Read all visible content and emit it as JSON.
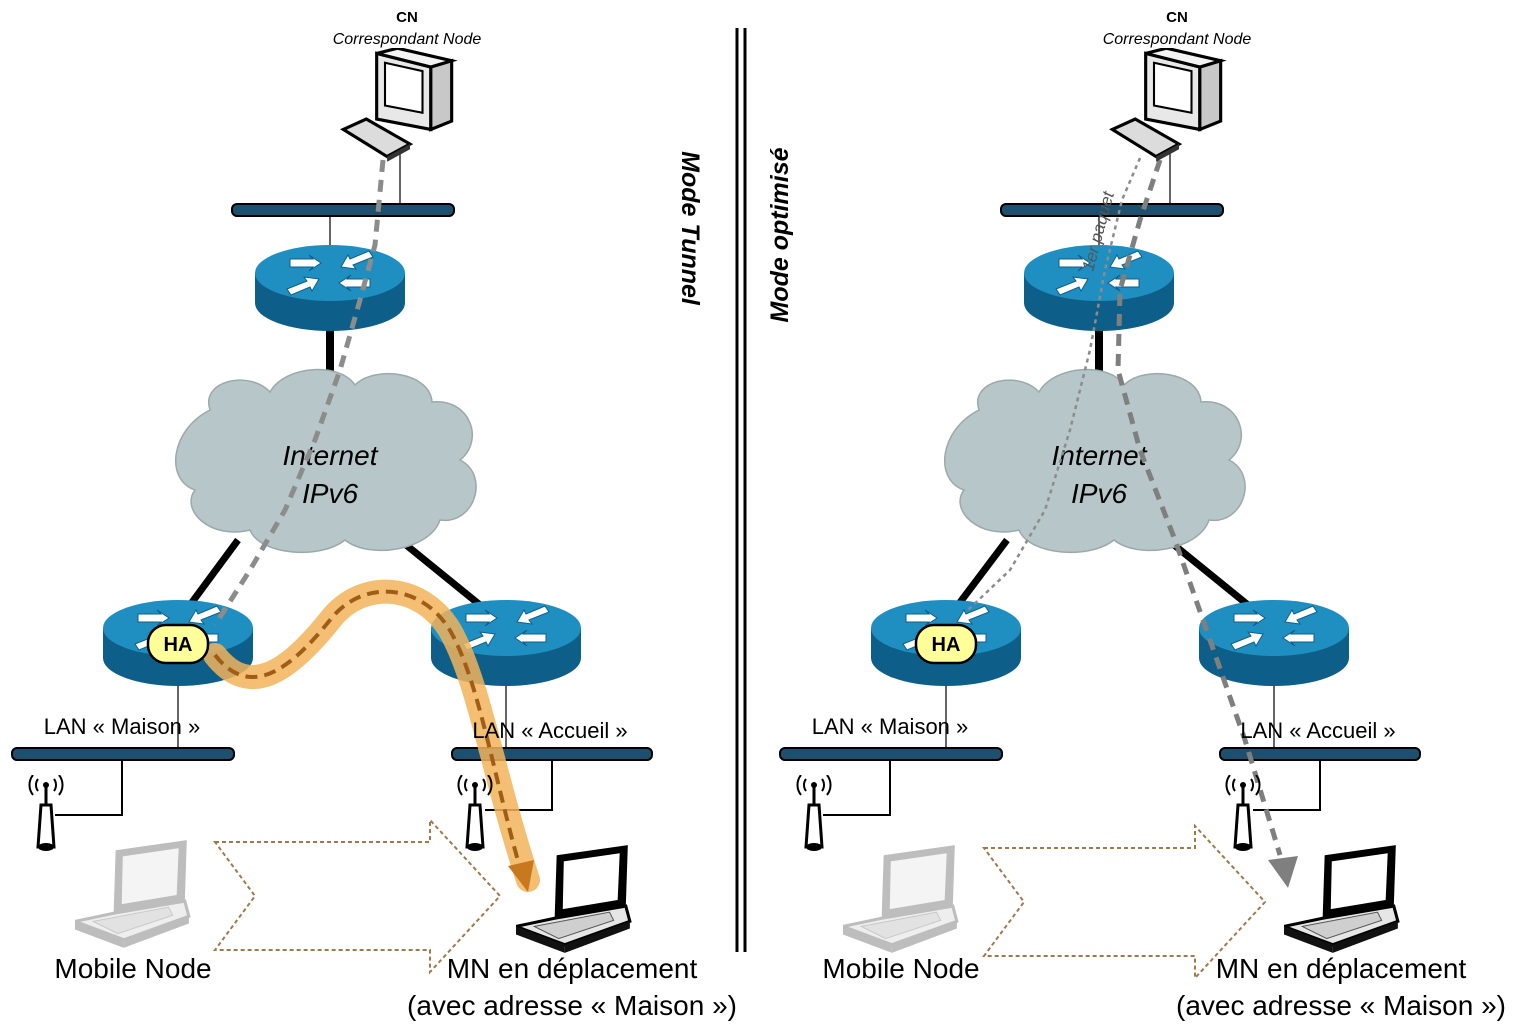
{
  "panels": [
    {
      "id": "left",
      "mode_label": "Mode Tunnel",
      "cn_title": "CN",
      "cn_subtitle": "Correspondant Node",
      "cloud_line1": "Internet",
      "cloud_line2": "IPv6",
      "home_agent_label": "HA",
      "lan_home_label": "LAN « Maison »",
      "lan_visited_label": "LAN « Accueil »",
      "mobile_node_label": "Mobile Node",
      "moved_node_line1": "MN en déplacement",
      "moved_node_line2": "(avec adresse « Maison »)"
    },
    {
      "id": "right",
      "mode_label": "Mode optimisé",
      "cn_title": "CN",
      "cn_subtitle": "Correspondant Node",
      "cloud_line1": "Internet",
      "cloud_line2": "IPv6",
      "home_agent_label": "HA",
      "lan_home_label": "LAN « Maison »",
      "lan_visited_label": "LAN « Accueil »",
      "mobile_node_label": "Mobile Node",
      "moved_node_line1": "MN en déplacement",
      "moved_node_line2": "(avec adresse « Maison »)",
      "first_packet_label": "1er paquet"
    }
  ],
  "colors": {
    "router_top": "#1f8fc2",
    "router_side": "#0d5f8a",
    "cloud": "#b7c7c9",
    "tunnel": "#f2b35a",
    "packet_path": "#7f7f7f",
    "move_arrow": "#a0784a",
    "ha_badge": "#ffff99"
  }
}
